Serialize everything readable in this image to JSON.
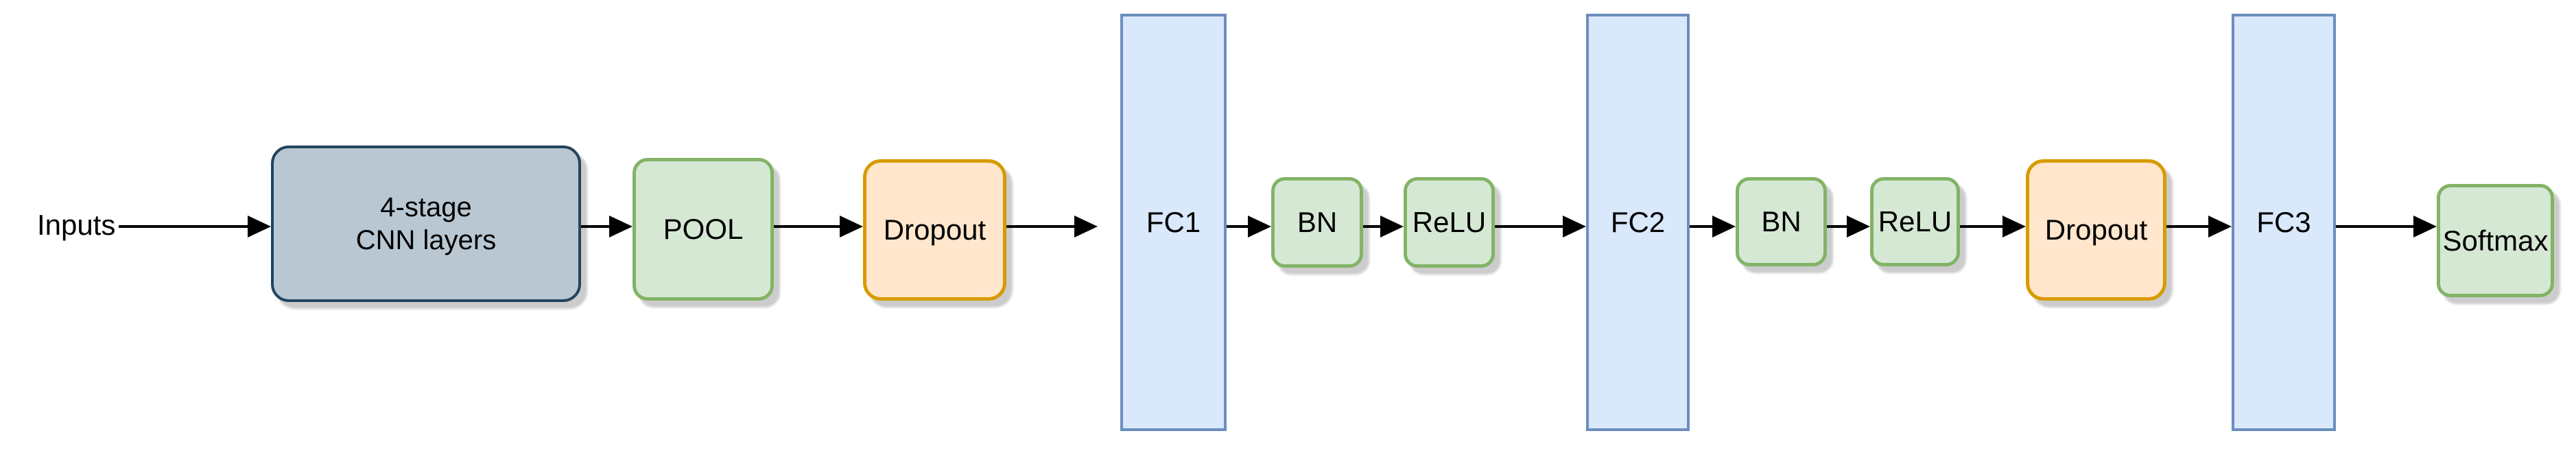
{
  "diagram": {
    "type": "flowchart",
    "direction": "left-to-right",
    "background": "#ffffff",
    "input_label": "Inputs",
    "nodes": [
      {
        "id": "inputs",
        "kind": "text",
        "style": "none",
        "label": "Inputs"
      },
      {
        "id": "cnn",
        "kind": "box",
        "style": "slate",
        "label": "4-stage CNN layers",
        "label_lines": [
          "4-stage",
          "CNN layers"
        ]
      },
      {
        "id": "pool",
        "kind": "box",
        "style": "green",
        "label": "POOL"
      },
      {
        "id": "dropout1",
        "kind": "box",
        "style": "orange",
        "label": "Dropout"
      },
      {
        "id": "fc1",
        "kind": "tall-box",
        "style": "blue",
        "label": "FC1"
      },
      {
        "id": "bn1",
        "kind": "box",
        "style": "green",
        "label": "BN"
      },
      {
        "id": "relu1",
        "kind": "box",
        "style": "green",
        "label": "ReLU"
      },
      {
        "id": "fc2",
        "kind": "tall-box",
        "style": "blue",
        "label": "FC2"
      },
      {
        "id": "bn2",
        "kind": "box",
        "style": "green",
        "label": "BN"
      },
      {
        "id": "relu2",
        "kind": "box",
        "style": "green",
        "label": "ReLU"
      },
      {
        "id": "dropout2",
        "kind": "box",
        "style": "orange",
        "label": "Dropout"
      },
      {
        "id": "fc3",
        "kind": "tall-box",
        "style": "blue",
        "label": "FC3"
      },
      {
        "id": "softmax",
        "kind": "box",
        "style": "green",
        "label": "Softmax"
      }
    ],
    "edges": [
      [
        "inputs",
        "cnn"
      ],
      [
        "cnn",
        "pool"
      ],
      [
        "pool",
        "dropout1"
      ],
      [
        "dropout1",
        "fc1"
      ],
      [
        "fc1",
        "bn1"
      ],
      [
        "bn1",
        "relu1"
      ],
      [
        "relu1",
        "fc2"
      ],
      [
        "fc2",
        "bn2"
      ],
      [
        "bn2",
        "relu2"
      ],
      [
        "relu2",
        "dropout2"
      ],
      [
        "dropout2",
        "fc3"
      ],
      [
        "fc3",
        "softmax"
      ]
    ],
    "colors": {
      "slate_fill": "#b9c7d2",
      "slate_stroke": "#23445d",
      "green_fill": "#d5e8d4",
      "green_stroke": "#82b366",
      "orange_fill": "#ffe6cc",
      "orange_stroke": "#d79b00",
      "blue_fill": "#dae8fc",
      "blue_stroke": "#6c8ebf",
      "arrow": "#000000",
      "text": "#000000",
      "background": "#ffffff"
    }
  }
}
